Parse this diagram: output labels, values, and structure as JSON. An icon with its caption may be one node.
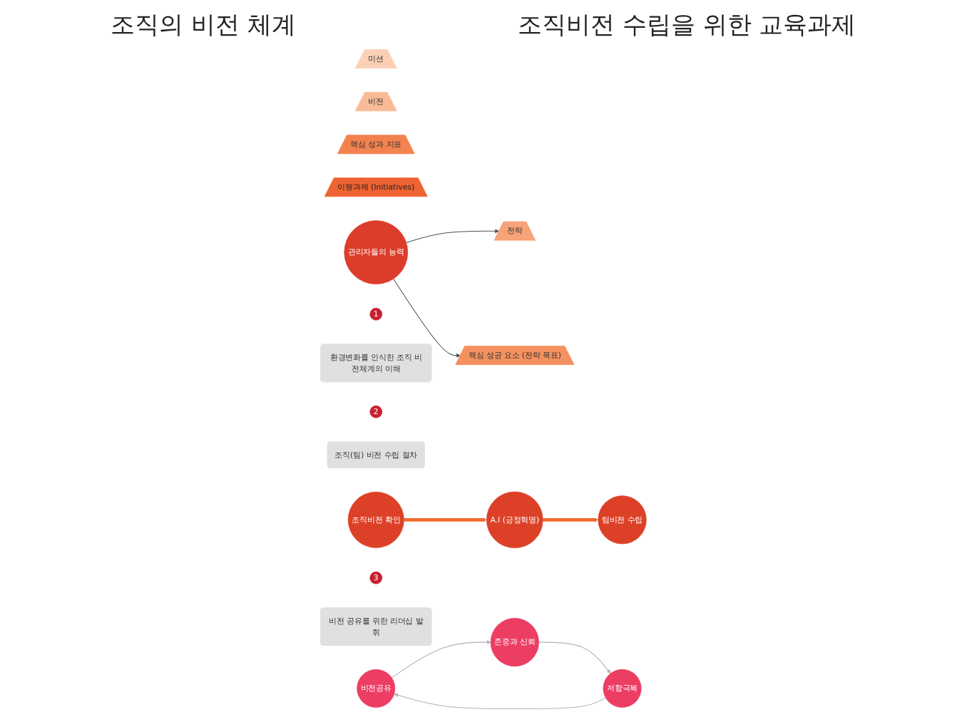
{
  "diagram": {
    "nodes": [
      {
        "text": [
          "미션"
        ]
      },
      {
        "text": [
          "비전"
        ]
      },
      {
        "text": [
          "전략"
        ]
      },
      {
        "text": [
          "핵심 성공 요소 (전략 목표)"
        ]
      },
      {
        "text": [
          "핵심 성과 지표"
        ]
      },
      {
        "text": [
          "이행과제 (Initiatives)"
        ]
      },
      {
        "text": [
          "관리자들의 능력"
        ]
      },
      {
        "text": [
          "1"
        ]
      },
      {
        "text": [
          "환경변화를 인식한 조직 비전체계의 이해"
        ]
      },
      {
        "text": [
          "2"
        ]
      },
      {
        "text": [
          "조직(팀) 비전 수립 절차"
        ]
      },
      {
        "text": [
          "조직비전 확인"
        ]
      },
      {
        "text": [
          "A.I (긍정혁명)"
        ]
      },
      {
        "text": [
          "팀비전 수립"
        ]
      },
      {
        "text": [
          "3"
        ]
      },
      {
        "text": [
          "비전 공유를 위한 리더십 발휘"
        ]
      },
      {
        "text": [
          "비전공유"
        ]
      },
      {
        "text": [
          "존중과 신뢰"
        ]
      },
      {
        "text": [
          "저항극복"
        ]
      }
    ],
    "edges": [
      {
        "from": 6,
        "to": 2,
        "arrow": "to",
        "color": "#4d4f53"
      },
      {
        "from": 6,
        "to": 3,
        "arrow": "to",
        "color": "#4d4f53"
      },
      {
        "from": 11,
        "to": 12,
        "arrow": "to",
        "style": "thick",
        "color": "#f26a30"
      },
      {
        "from": 12,
        "to": 13,
        "arrow": "to",
        "style": "thick",
        "color": "#f26a30"
      },
      {
        "from": 16,
        "to": 17,
        "arrow": "to"
      },
      {
        "from": 17,
        "to": 18,
        "arrow": "to"
      },
      {
        "from": 18,
        "to": 16,
        "arrow": "to"
      }
    ],
    "labels": [
      "조직의 비전 체계",
      "조직비전 수립을 위한 교육과제"
    ]
  }
}
